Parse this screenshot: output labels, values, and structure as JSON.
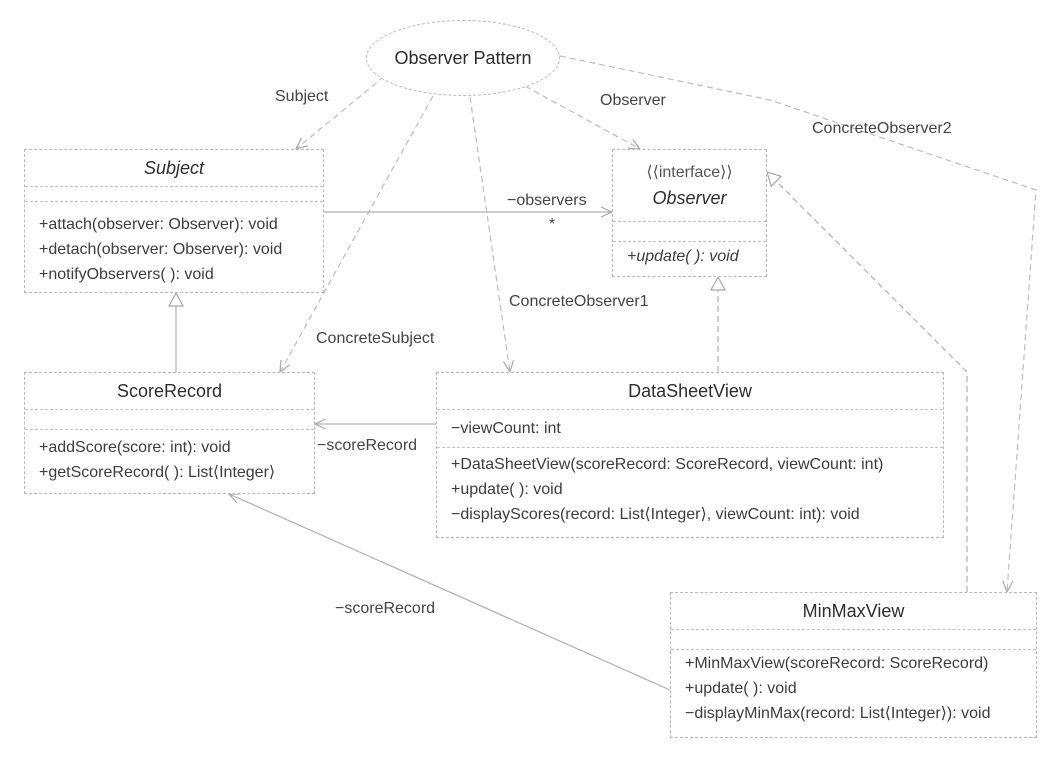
{
  "collaboration": {
    "name": "Observer Pattern"
  },
  "roles": {
    "subject": "Subject",
    "observer": "Observer",
    "concrete_subject": "ConcreteSubject",
    "concrete_observer1": "ConcreteObserver1",
    "concrete_observer2": "ConcreteObserver2"
  },
  "classes": {
    "subject": {
      "name": "Subject",
      "attributes": [],
      "operations": [
        "+attach(observer: Observer): void",
        "+detach(observer: Observer): void",
        "+notifyObservers( ): void"
      ]
    },
    "observer": {
      "stereotype": "⟨⟨interface⟩⟩",
      "name": "Observer",
      "attributes": [],
      "operations": [
        "+update( ): void"
      ]
    },
    "score_record": {
      "name": "ScoreRecord",
      "attributes": [],
      "operations": [
        "+addScore(score: int): void",
        "+getScoreRecord( ): List⟨Integer⟩"
      ]
    },
    "data_sheet_view": {
      "name": "DataSheetView",
      "attributes": [
        "−viewCount: int"
      ],
      "operations": [
        "+DataSheetView(scoreRecord: ScoreRecord, viewCount: int)",
        "+update( ): void",
        "−displayScores(record: List⟨Integer⟩, viewCount: int): void"
      ]
    },
    "min_max_view": {
      "name": "MinMaxView",
      "attributes": [],
      "operations": [
        "+MinMaxView(scoreRecord: ScoreRecord)",
        "+update( ): void",
        "−displayMinMax(record: List⟨Integer⟩): void"
      ]
    }
  },
  "associations": {
    "observers_role": "−observers",
    "observers_multiplicity": "*",
    "score_record_role_1": "−scoreRecord",
    "score_record_role_2": "−scoreRecord"
  }
}
